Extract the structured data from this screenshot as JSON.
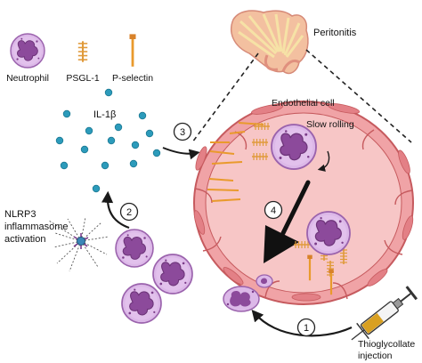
{
  "legend": {
    "neutrophil": "Neutrophil",
    "psgl1": "PSGL-1",
    "pselectin": "P-selectin"
  },
  "labels": {
    "peritonitis": "Peritonitis",
    "il1b": "IL-1β",
    "endothelial_cell": "Endothelial cell",
    "slow_rolling": "Slow rolling",
    "nlrp3_line1": "NLRP3",
    "nlrp3_line2": "inflammasome",
    "nlrp3_line3": "activation",
    "thioglycollate_line1": "Thioglycollate",
    "thioglycollate_line2": "injection"
  },
  "steps": [
    "1",
    "2",
    "3",
    "4"
  ],
  "colors": {
    "neutrophil_fill": "#d9b6e6",
    "neutrophil_nucleus": "#8e4c9d",
    "vessel_outer": "#f0a4a4",
    "vessel_stroke": "#c9575a",
    "receptor": "#e99a2c",
    "il1b_dot": "#2a97b8",
    "arrow": "#1a1a1a"
  },
  "icons": [
    "peritoneum-icon",
    "neutrophil-icon",
    "psgl1-icon",
    "pselectin-icon",
    "syringe-icon",
    "il1b-dot-icon",
    "inflammasome-icon"
  ]
}
